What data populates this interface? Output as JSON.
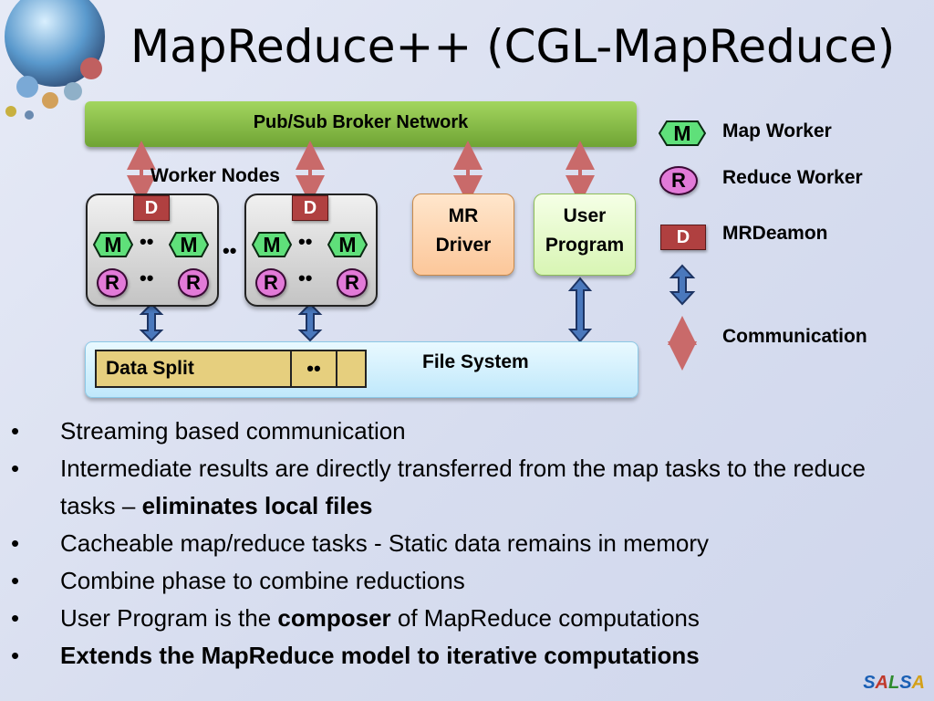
{
  "title": "MapReduce++ (CGL-MapReduce)",
  "diagram": {
    "broker_label": "Pub/Sub Broker Network",
    "worker_nodes_label": "Worker Nodes",
    "daemon_label": "D",
    "map_label": "M",
    "reduce_label": "R",
    "ellipsis": "••",
    "mr_driver_label": [
      "MR",
      "Driver"
    ],
    "user_program_label": [
      "User",
      "Program"
    ],
    "file_system_label": "File System",
    "data_split_label": "Data Split"
  },
  "legend": {
    "map_worker": "Map Worker",
    "reduce_worker": "Reduce Worker",
    "mrdaemon": "MRDeamon",
    "communication": "Communication"
  },
  "bullets": [
    {
      "text": "Streaming based communication"
    },
    {
      "text": "Intermediate results are directly transferred from the map tasks to the reduce tasks – ",
      "bold": "eliminates local files"
    },
    {
      "text": "Cacheable map/reduce tasks - Static data remains in memory"
    },
    {
      "text": "Combine phase to combine reductions"
    },
    {
      "text_before": "User Program is the ",
      "bold_mid": "composer",
      "text_after": " of MapReduce computations"
    },
    {
      "bold_all": "Extends the MapReduce model to iterative computations"
    }
  ],
  "footer_logo": "SALSA",
  "colors": {
    "broker": "#8cc34a",
    "daemon": "#b04040",
    "map": "#5fe07a",
    "reduce": "#e27ad8",
    "comm_arrow": "#c96a6a",
    "data_arrow": "#3a6ab0"
  }
}
